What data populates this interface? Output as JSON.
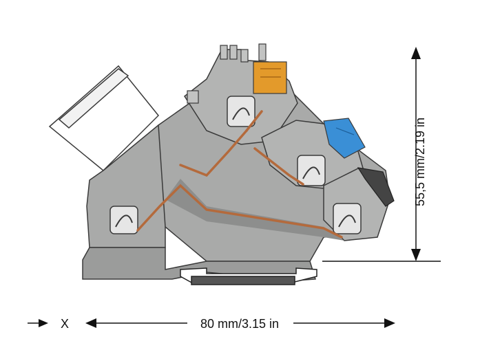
{
  "dimensions": {
    "height_label": "55,5 mm/2.19 in",
    "width_label": "80 mm/3.15 in",
    "x_label": "X"
  },
  "colors": {
    "housing": "#a9aaa9",
    "housing_dark": "#8d8e8d",
    "outline": "#3a3a3a",
    "jumper_orange": "#e39a2b",
    "jumper_blue": "#3a8fd6",
    "bus_bar": "#b46a3c",
    "rail": "#555555"
  }
}
